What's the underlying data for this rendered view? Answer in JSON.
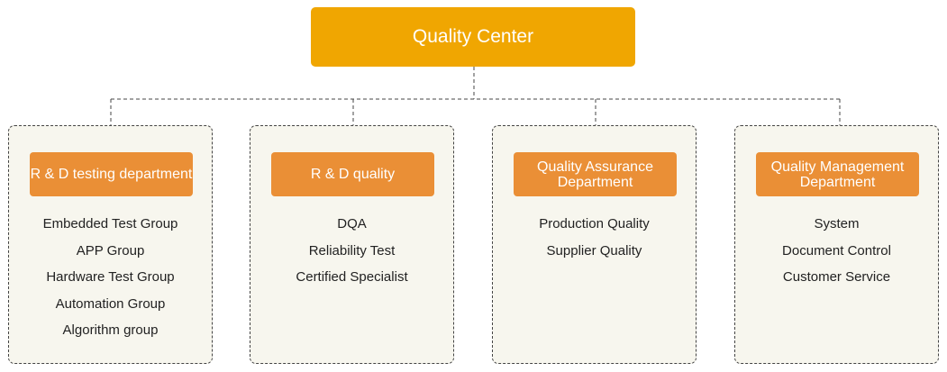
{
  "root": {
    "label": "Quality Center"
  },
  "departments": [
    {
      "title": "R & D testing department",
      "items": [
        "Embedded Test Group",
        "APP Group",
        "Hardware Test Group",
        "Automation Group",
        "Algorithm  group"
      ]
    },
    {
      "title": "R & D quality",
      "items": [
        "DQA",
        "Reliability  Test",
        "Certified  Specialist"
      ]
    },
    {
      "title": "Quality Assurance Department",
      "items": [
        "Production Quality",
        "Supplier Quality"
      ]
    },
    {
      "title": "Quality Management Department",
      "items": [
        "System",
        "Document Control",
        "Customer Service"
      ]
    }
  ],
  "colors": {
    "root": "#F0A601",
    "header": "#EA8F36",
    "panel": "#F7F6EE"
  }
}
